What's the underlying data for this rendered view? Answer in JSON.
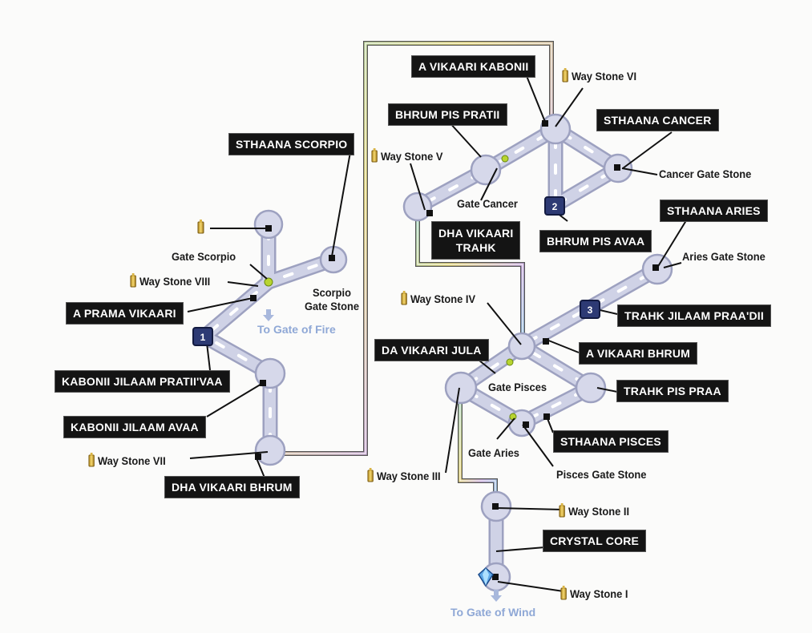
{
  "map": {
    "areas": {
      "sthaana_scorpio": "STHAANA SCORPIO",
      "a_prama_vikaari": "A PRAMA VIKAARI",
      "kabonii_jilaam_pratii_vaa": "KABONII JILAAM PRATII'VAA",
      "kabonii_jilaam_avaa": "KABONII JILAAM AVAA",
      "dha_vikaari_bhrum": "DHA VIKAARI BHRUM",
      "a_vikaari_kabonii": "A VIKAARI KABONII",
      "bhrum_pis_pratii": "BHRUM PIS PRATII",
      "sthaana_cancer": "STHAANA CANCER",
      "dha_vikaari_trahk_1": "DHA VIKAARI",
      "dha_vikaari_trahk_2": "TRAHK",
      "bhrum_pis_avaa": "BHRUM PIS AVAA",
      "sthaana_aries": "STHAANA ARIES",
      "trahk_jilaam_praa_dii": "TRAHK JILAAM PRAA'DII",
      "da_vikaari_jula": "DA VIKAARI JULA",
      "a_vikaari_bhrum": "A VIKAARI BHRUM",
      "trahk_pis_praa": "TRAHK PIS PRAA",
      "sthaana_pisces": "STHAANA PISCES",
      "crystal_core": "CRYSTAL CORE"
    },
    "labels": {
      "gate_scorpio": "Gate Scorpio",
      "way_stone_viii": "Way Stone VIII",
      "scorpio_gate_stone_1": "Scorpio",
      "scorpio_gate_stone_2": "Gate Stone",
      "to_gate_of_fire": "To Gate of Fire",
      "way_stone_vii": "Way Stone VII",
      "way_stone_vi": "Way Stone VI",
      "way_stone_v": "Way Stone V",
      "gate_cancer": "Gate Cancer",
      "cancer_gate_stone": "Cancer Gate Stone",
      "aries_gate_stone": "Aries Gate Stone",
      "way_stone_iv": "Way Stone IV",
      "gate_pisces": "Gate Pisces",
      "gate_aries": "Gate Aries",
      "pisces_gate_stone": "Pisces Gate Stone",
      "way_stone_iii": "Way Stone III",
      "way_stone_ii": "Way Stone II",
      "way_stone_i": "Way Stone I",
      "to_gate_of_wind": "To Gate of Wind"
    },
    "chests": [
      "1",
      "2",
      "3"
    ],
    "icons": [
      "way-stone-icon",
      "chest-icon",
      "crystal-icon",
      "down-arrow-icon"
    ],
    "colors": {
      "path": "#c8cbe0",
      "path_edge": "#9da1c0",
      "label_box": "#141414",
      "gate_marker": "#b8d430",
      "exit_text": "#8fa8d6"
    }
  }
}
